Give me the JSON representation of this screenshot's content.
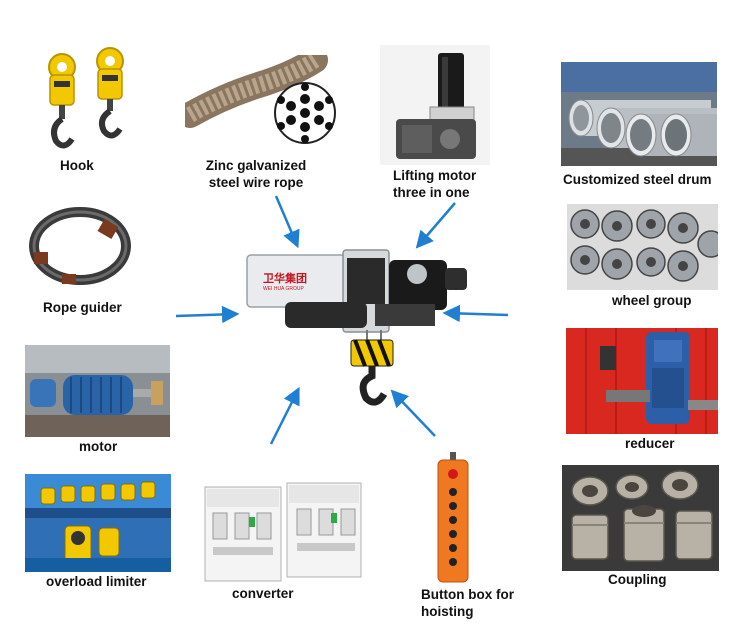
{
  "components": {
    "hook": {
      "label": "Hook"
    },
    "wire_rope": {
      "line1": "Zinc galvanized",
      "line2": "steel wire rope"
    },
    "lifting_motor": {
      "line1": "Lifting motor",
      "line2": "three in one"
    },
    "steel_drum": {
      "label": "Customized steel drum"
    },
    "rope_guider": {
      "label": "Rope guider"
    },
    "wheel_group": {
      "label": "wheel group"
    },
    "motor": {
      "label": "motor"
    },
    "reducer": {
      "label": "reducer"
    },
    "overload_limiter": {
      "label": "overload limiter"
    },
    "converter": {
      "label": "converter"
    },
    "button_box": {
      "line1": "Button box for",
      "line2": "hoisting"
    },
    "coupling": {
      "label": "Coupling"
    }
  },
  "center_hoist": {
    "brand_cn": "卫华集团",
    "brand_en": "WEI HUA GROUP"
  },
  "colors": {
    "arrow": "#1f7fd0",
    "hoist_body": "#e9ebee",
    "hook_yellow": "#f2c800",
    "reducer_red": "#d8281f",
    "pendant_orange": "#f07820"
  },
  "icons": [
    "hook-icon",
    "wire-rope-icon",
    "motor-icon",
    "drum-icon",
    "rope-guider-icon",
    "wheel-icon",
    "reducer-icon",
    "limiter-icon",
    "breaker-icon",
    "pendant-icon",
    "coupling-icon"
  ]
}
